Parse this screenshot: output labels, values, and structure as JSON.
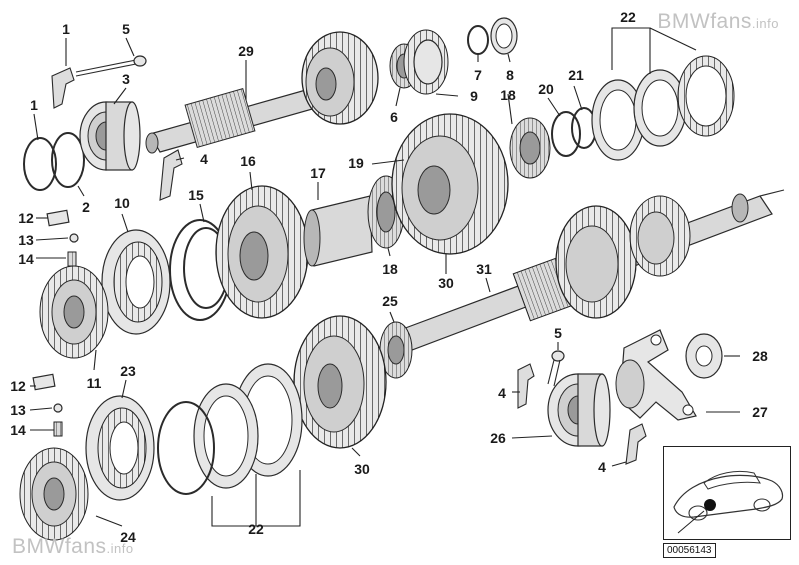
{
  "diagram": {
    "part_labels": [
      "1",
      "2",
      "3",
      "4",
      "5",
      "29",
      "6",
      "7",
      "8",
      "9",
      "18",
      "22",
      "20",
      "21",
      "4",
      "15",
      "16",
      "17",
      "19",
      "12",
      "13",
      "14",
      "10",
      "11",
      "18",
      "30",
      "31",
      "25",
      "5",
      "28",
      "4",
      "27",
      "26",
      "4",
      "12",
      "13",
      "14",
      "23",
      "24",
      "30",
      "22"
    ],
    "part_number": "00056143"
  },
  "watermark": {
    "brand": "BMW",
    "domain": "fans",
    "tld": ".info"
  }
}
